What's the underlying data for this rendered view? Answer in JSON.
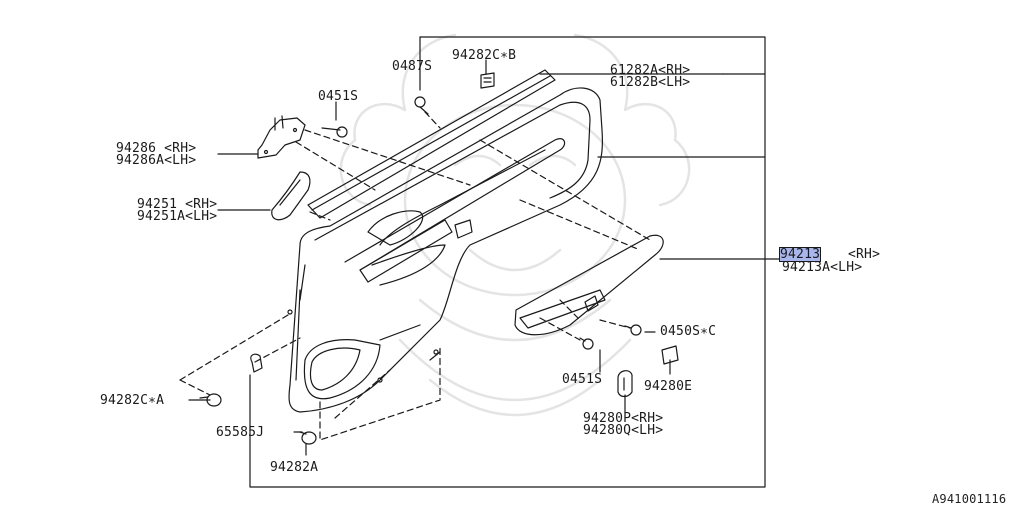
{
  "image_id": "A941001116",
  "highlight_color": "#a9b6ee",
  "labels": {
    "p0487S": "0487S",
    "p94282CB": "94282C∗B",
    "p61282A": "61282A<RH>",
    "p61282B": "61282B<LH>",
    "p0451S_top": "0451S",
    "p94286": "94286 <RH>",
    "p94286A": "94286A<LH>",
    "p94251": "94251 <RH>",
    "p94251A": "94251A<LH>",
    "p94213_num": "94213",
    "p94213_rh": "<RH>",
    "p94213A": "94213A<LH>",
    "p0450SC": "0450S∗C",
    "p0451S_bot": "0451S",
    "p94280E": "94280E",
    "p94280P": "94280P<RH>",
    "p94280Q": "94280Q<LH>",
    "p94282CA": "94282C∗A",
    "p65585J": "65585J",
    "p94282A": "94282A"
  }
}
